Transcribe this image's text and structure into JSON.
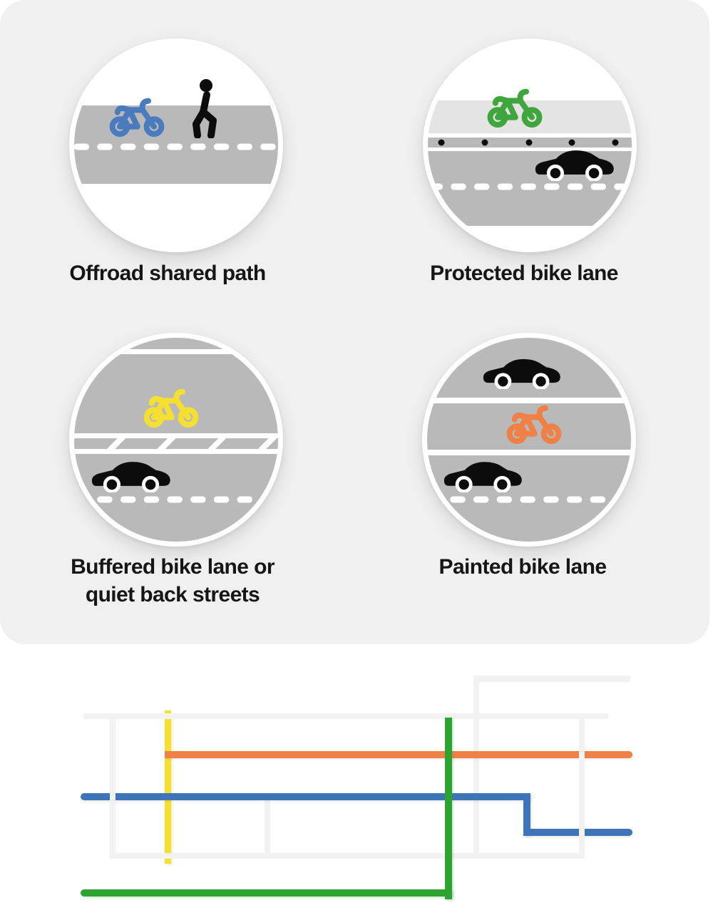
{
  "panels": [
    {
      "id": "offroad-shared-path",
      "label": "Offroad shared path",
      "illustration": "blue bicycle and black pedestrian on a gray shared path with white center dashed line",
      "bike_color": "#4a7bbd"
    },
    {
      "id": "protected-bike-lane",
      "label": "Protected bike lane",
      "illustration": "green bicycle in light gray lane separated by bollard dots from gray road with black car and dashed line",
      "bike_color": "#3fa63d"
    },
    {
      "id": "buffered-bike-lane",
      "label": "Buffered bike lane or\nquiet back streets",
      "illustration": "yellow bicycle above a diagonal-hatched buffer strip, black car on gray road with dashed line",
      "bike_color": "#f5e032"
    },
    {
      "id": "painted-bike-lane",
      "label": "Painted bike lane",
      "illustration": "orange bicycle in a painted middle lane between two black cars on gray road",
      "bike_color": "#ef8147"
    }
  ],
  "colors": {
    "card_background": "#f0f0f0",
    "page_background": "#ffffff",
    "road_gray": "#b9b9b9",
    "light_lane_gray": "#e4e4e4",
    "street_gray": "#f2f2f2",
    "route_yellow": "#f5e032",
    "route_orange": "#ef8147",
    "route_blue": "#3e74b8",
    "route_green": "#2ca42f",
    "icon_black": "#0c0c0c",
    "label_text": "#161616"
  },
  "map": {
    "description": "stylized street map with pale gray streets and four colored route lines",
    "routes": [
      {
        "color_name": "yellow",
        "hex": "#f5e032",
        "shape": "short vertical segment crossing the grid on the left"
      },
      {
        "color_name": "orange",
        "hex": "#ef8147",
        "shape": "long horizontal line from the yellow line to the right edge"
      },
      {
        "color_name": "blue",
        "hex": "#3e74b8",
        "shape": "horizontal line stepping down near the right side"
      },
      {
        "color_name": "green",
        "hex": "#2ca42f",
        "shape": "vertical line dropping below the grid then running left"
      }
    ]
  }
}
